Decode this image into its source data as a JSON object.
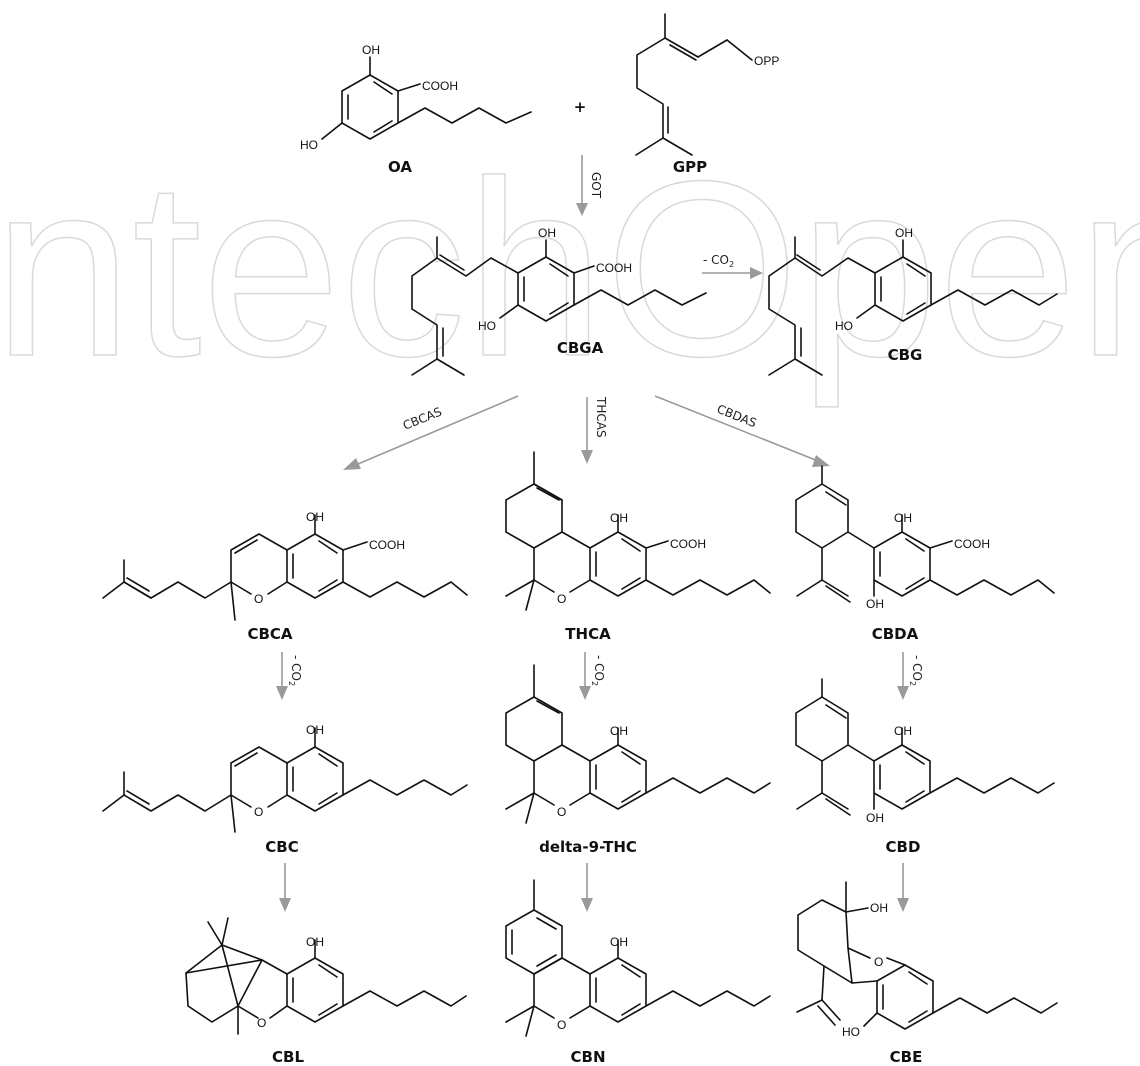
{
  "watermark": "IntechOpen",
  "plus": "+",
  "atoms": {
    "oh": "OH",
    "ho": "HO",
    "cooh": "COOH",
    "o": "O",
    "opp": "OPP"
  },
  "molecules": {
    "oa": "OA",
    "gpp": "GPP",
    "cbga": "CBGA",
    "cbg": "CBG",
    "cbca": "CBCA",
    "thca": "THCA",
    "cbda": "CBDA",
    "cbc": "CBC",
    "delta9thc": "delta-9-THC",
    "cbd": "CBD",
    "cbl": "CBL",
    "cbn": "CBN",
    "cbe": "CBE"
  },
  "enzymes": {
    "got": "GOT",
    "cbcas": "CBCAS",
    "thcas": "THCAS",
    "cbdas": "CBDAS",
    "decarb_prefix": "- CO",
    "decarb_sub": "2"
  }
}
